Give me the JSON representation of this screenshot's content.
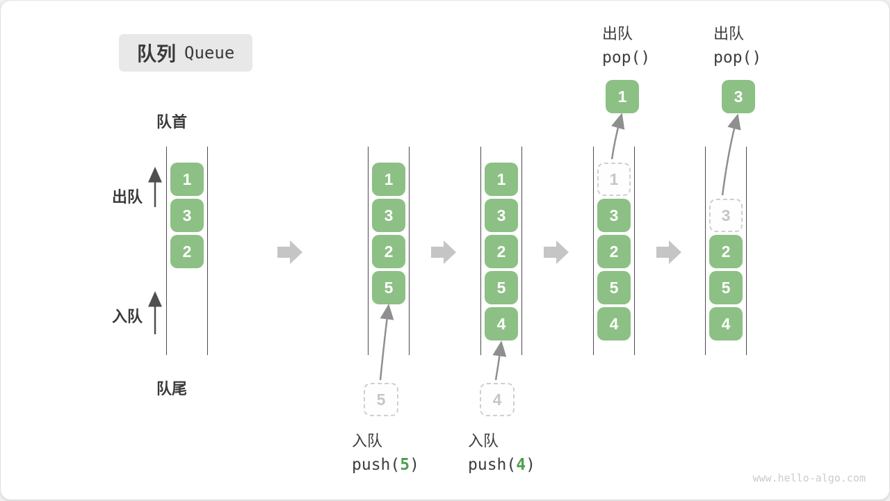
{
  "title": {
    "zh": "队列",
    "en": "Queue"
  },
  "side_labels": {
    "front": "队首",
    "rear": "队尾",
    "dequeue": "出队",
    "enqueue": "入队"
  },
  "colors": {
    "cell_green": "#8cc084",
    "code_arg_green": "#4f9e4f",
    "ghost_gray": "#c6c6c6",
    "flow_arrow_gray": "#c5c5c5",
    "text_dark": "#3a3a3a"
  },
  "stages": [
    {
      "cells": [
        {
          "slot": 0,
          "value": "1",
          "ghost": false
        },
        {
          "slot": 1,
          "value": "3",
          "ghost": false
        },
        {
          "slot": 2,
          "value": "2",
          "ghost": false
        }
      ]
    },
    {
      "cells": [
        {
          "slot": 0,
          "value": "1",
          "ghost": false
        },
        {
          "slot": 1,
          "value": "3",
          "ghost": false
        },
        {
          "slot": 2,
          "value": "2",
          "ghost": false
        },
        {
          "slot": 3,
          "value": "5",
          "ghost": false
        }
      ],
      "push": {
        "value": "5",
        "label": "入队",
        "code_pre": "push(",
        "arg": "5",
        "code_post": ")"
      }
    },
    {
      "cells": [
        {
          "slot": 0,
          "value": "1",
          "ghost": false
        },
        {
          "slot": 1,
          "value": "3",
          "ghost": false
        },
        {
          "slot": 2,
          "value": "2",
          "ghost": false
        },
        {
          "slot": 3,
          "value": "5",
          "ghost": false
        },
        {
          "slot": 4,
          "value": "4",
          "ghost": false
        }
      ],
      "push": {
        "value": "4",
        "label": "入队",
        "code_pre": "push(",
        "arg": "4",
        "code_post": ")"
      }
    },
    {
      "cells": [
        {
          "slot": 0,
          "value": "1",
          "ghost": true
        },
        {
          "slot": 1,
          "value": "3",
          "ghost": false
        },
        {
          "slot": 2,
          "value": "2",
          "ghost": false
        },
        {
          "slot": 3,
          "value": "5",
          "ghost": false
        },
        {
          "slot": 4,
          "value": "4",
          "ghost": false
        }
      ],
      "pop": {
        "value": "1",
        "label": "出队",
        "code": "pop()"
      }
    },
    {
      "cells": [
        {
          "slot": 1,
          "value": "3",
          "ghost": true
        },
        {
          "slot": 2,
          "value": "2",
          "ghost": false
        },
        {
          "slot": 3,
          "value": "5",
          "ghost": false
        },
        {
          "slot": 4,
          "value": "4",
          "ghost": false
        }
      ],
      "pop": {
        "value": "3",
        "label": "出队",
        "code": "pop()"
      }
    }
  ],
  "watermark": "www.hello-algo.com"
}
